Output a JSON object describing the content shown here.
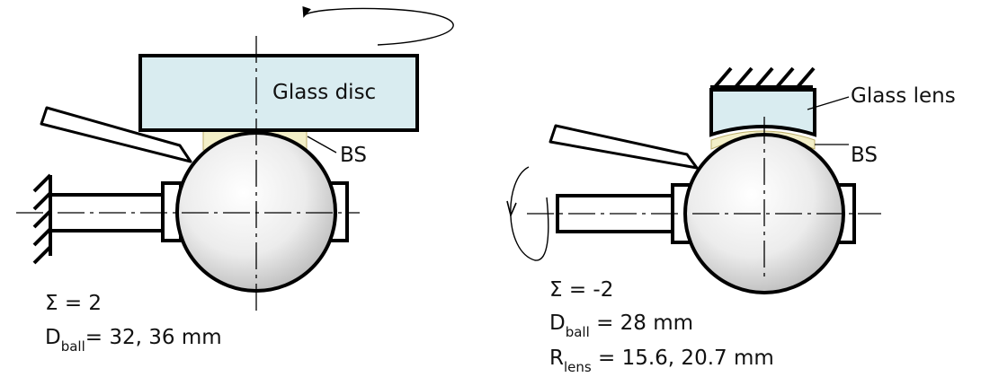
{
  "left_setup": {
    "disc_label": "Glass disc",
    "bs_label": "BS",
    "sigma_label": "Σ = 2",
    "d_main": "D",
    "d_sub": "ball",
    "d_value": "= 32, 36 mm"
  },
  "right_setup": {
    "lens_label": "Glass lens",
    "bs_label": "BS",
    "sigma_label": "Σ = -2",
    "d_main": "D",
    "d_sub": "ball",
    "d_value": " = 28 mm",
    "r_main": "R",
    "r_sub": "lens",
    "r_value": " = 15.6, 20.7 mm"
  },
  "colors": {
    "glass": "#d9ecf0",
    "bs": "#f3efc8",
    "stroke": "#000000"
  }
}
